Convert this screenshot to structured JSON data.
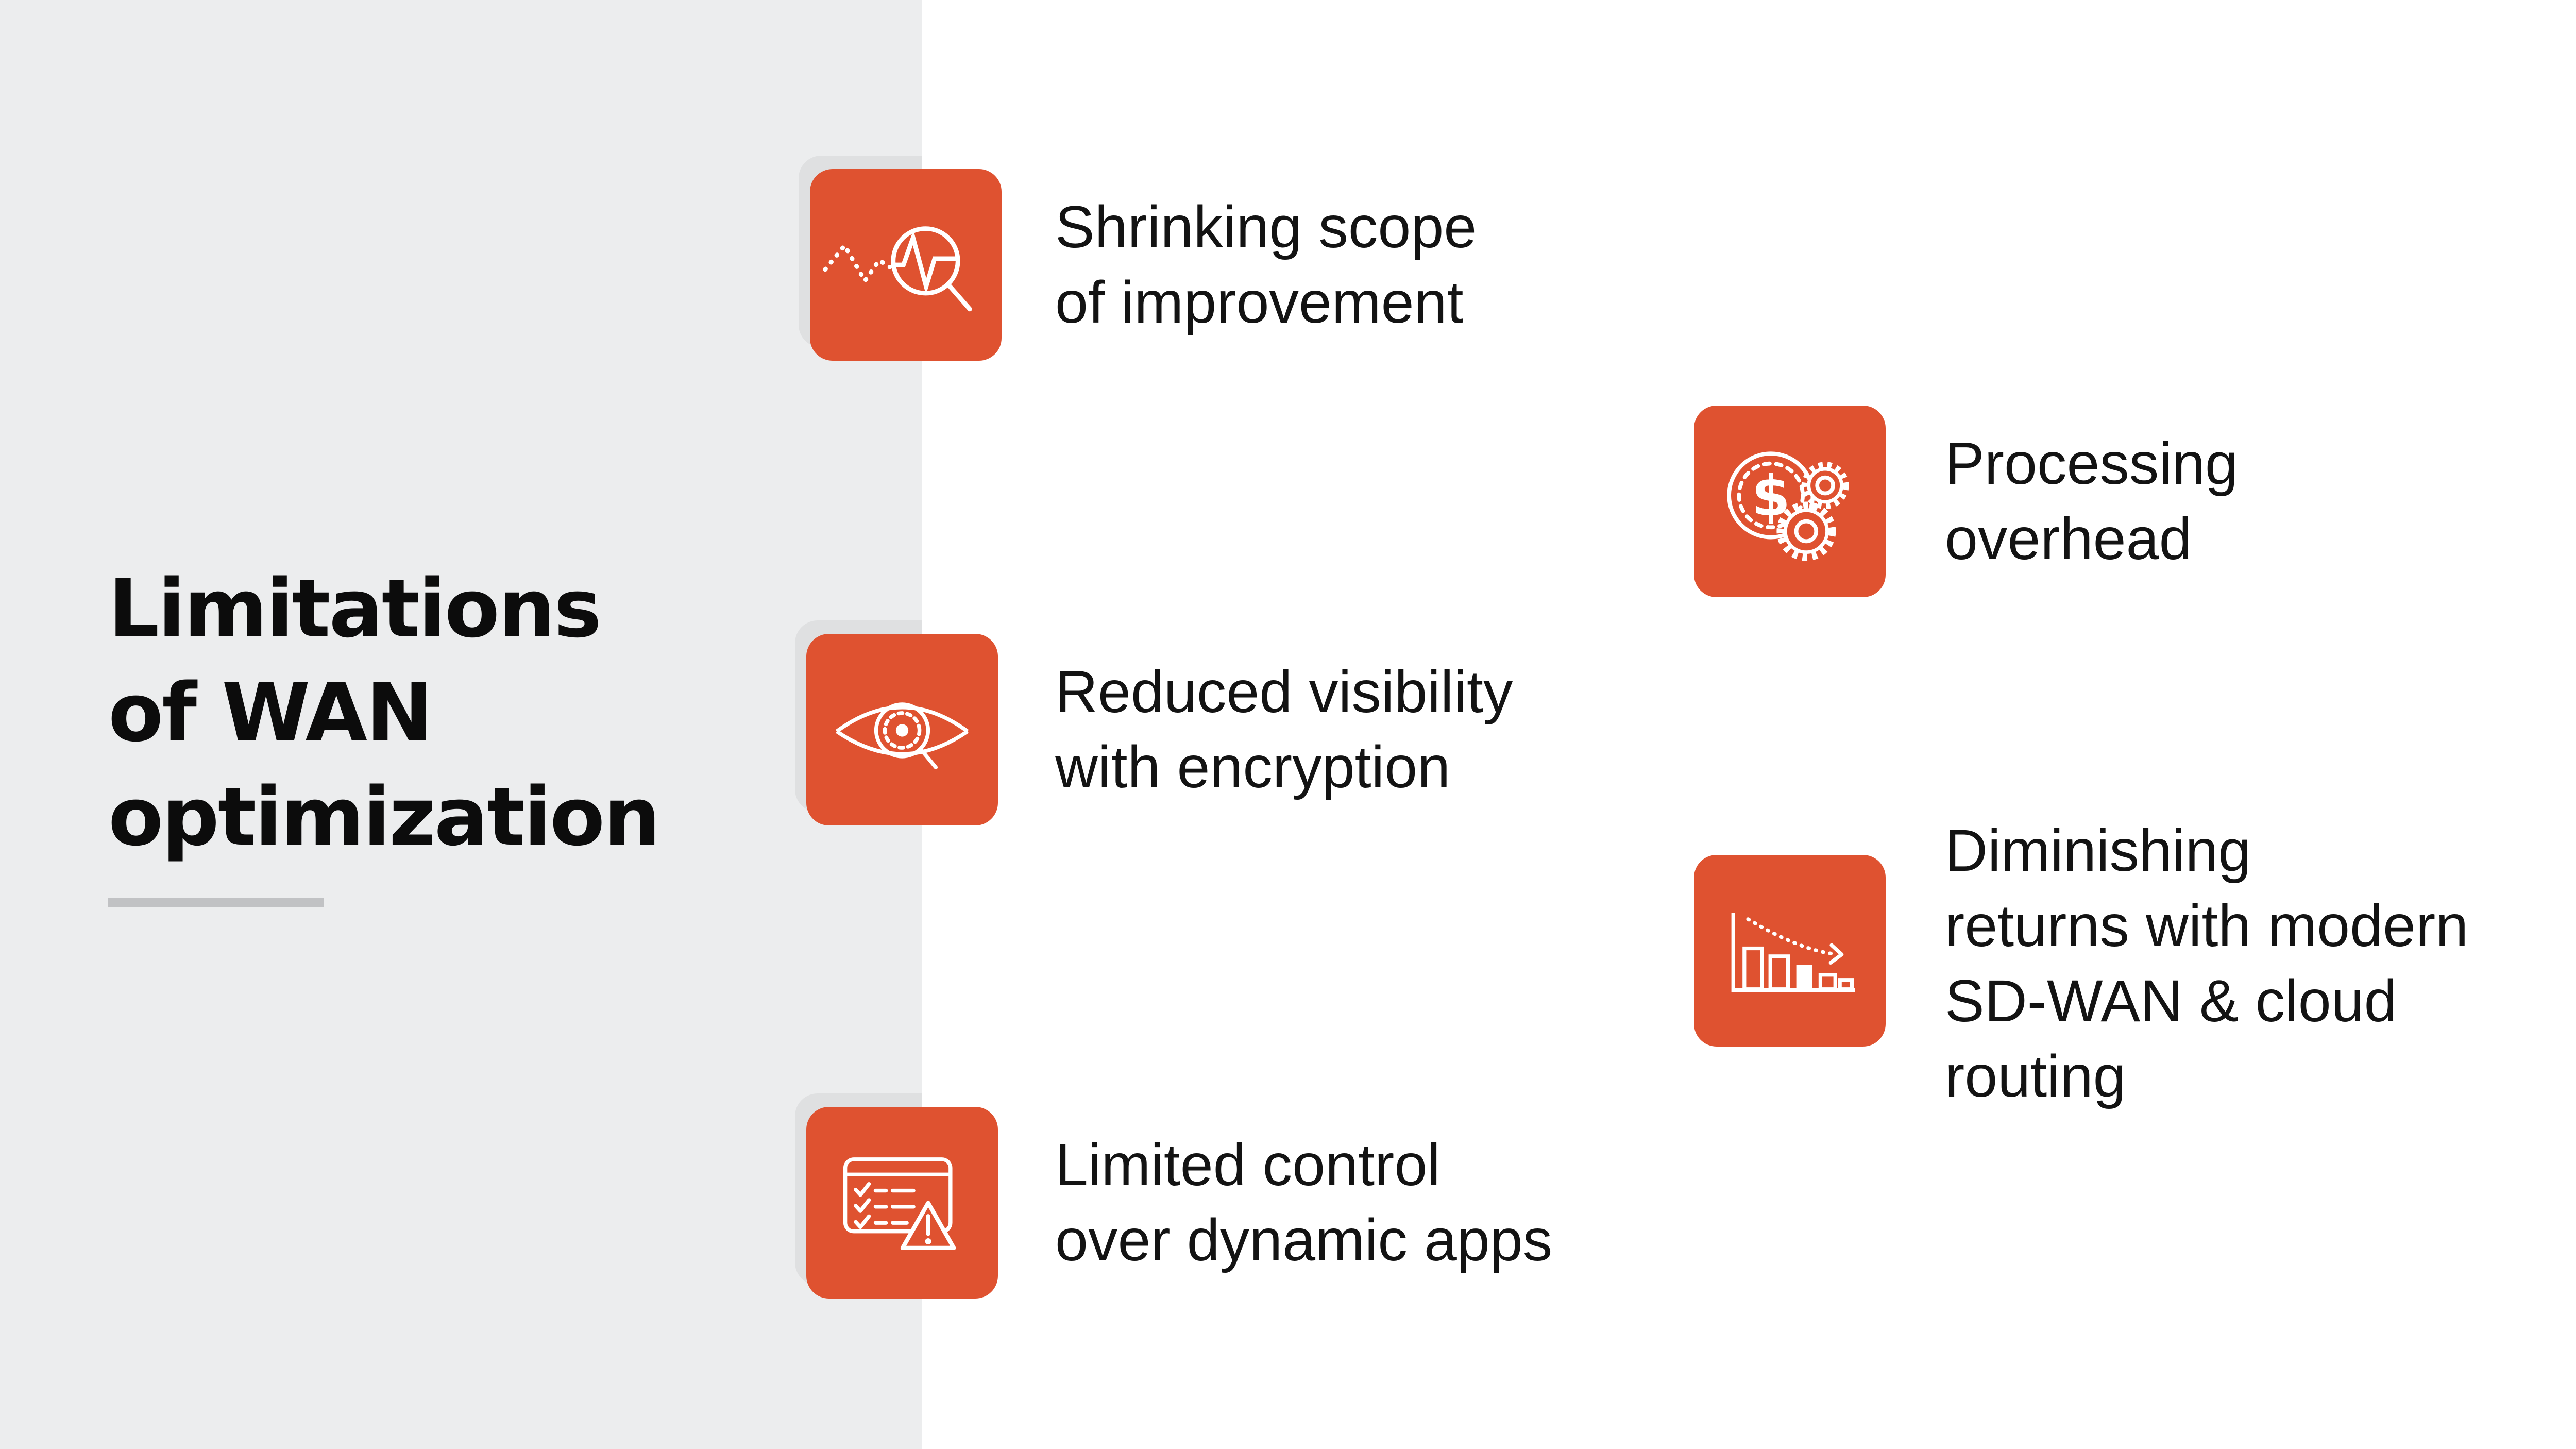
{
  "slide": {
    "title": "Limitations\nof WAN\noptimization"
  },
  "items": [
    {
      "icon": "pulse-magnifier-icon",
      "label": "Shrinking scope\nof improvement"
    },
    {
      "icon": "dollar-gears-icon",
      "label": "Processing\noverhead"
    },
    {
      "icon": "eye-magnifier-icon",
      "label": "Reduced visibility\nwith encryption"
    },
    {
      "icon": "declining-bars-icon",
      "label": "Diminishing\nreturns with modern\nSD-WAN & cloud\nrouting"
    },
    {
      "icon": "checklist-warning-icon",
      "label": "Limited control\nover dynamic apps"
    }
  ],
  "colors": {
    "background": "#FFFFFF",
    "panel": "#ECEDEE",
    "accent_orange": "#DF5230",
    "tile_shadow": "#DFE0E1",
    "underline": "#C1C2C4",
    "title_text": "#0C0C0C",
    "label_text": "#131313",
    "icon_stroke": "#FFFFFF"
  }
}
